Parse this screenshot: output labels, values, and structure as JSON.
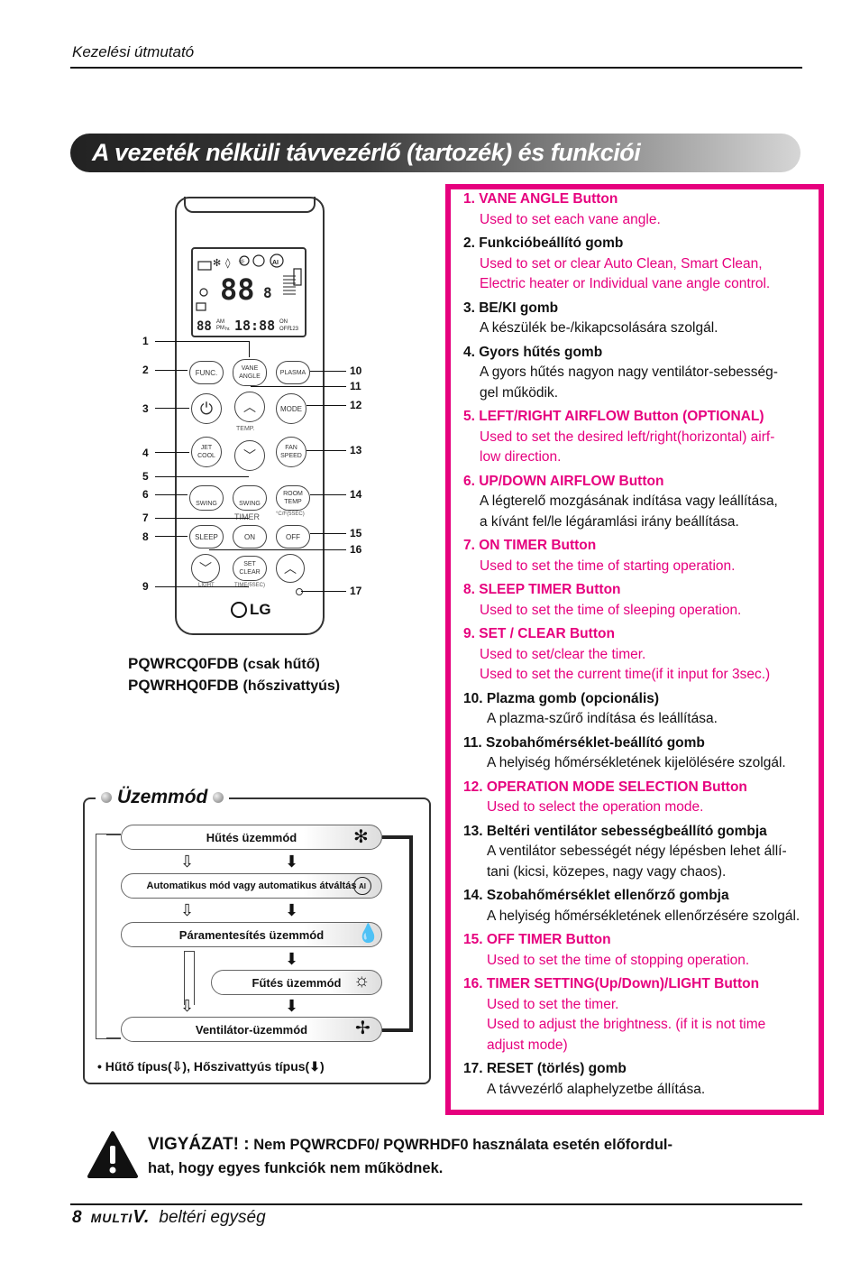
{
  "header": {
    "text": "Kezelési útmutató"
  },
  "title": "A vezeték nélküli távvezérlő (tartozék) és funkciói",
  "remote": {
    "buttons": {
      "func": "FUNC.",
      "vane_angle": "VANE ANGLE",
      "plasma": "PLASMA",
      "mode": "MODE",
      "temp": "TEMP.",
      "jet_cool": "JET COOL",
      "fan_speed": "FAN SPEED",
      "swing_lr": "SWING",
      "swing_ud": "SWING",
      "room_temp": "ROOM TEMP",
      "unit_label": "°C/F(5SEC)",
      "timer": "TIMER",
      "sleep": "SLEEP",
      "on": "ON",
      "off": "OFF",
      "set_clear": "SET CLEAR",
      "light": "LIGHT",
      "time_sec": "TIME(5SEC)"
    },
    "lcd": {
      "digits_big": "88",
      "digits_small": "8",
      "digits_timer": "18:88",
      "am": "AM",
      "pm": "PM",
      "hr": "hr.",
      "on": "ON",
      "off": "OFF",
      "nums": "123",
      "ai": "AI"
    },
    "logo": "LG",
    "callouts": [
      "1",
      "2",
      "3",
      "4",
      "5",
      "6",
      "7",
      "8",
      "9",
      "10",
      "11",
      "12",
      "13",
      "14",
      "15",
      "16",
      "17"
    ]
  },
  "models": [
    {
      "code": "PQWRCQ0FDB",
      "note": "(csak hűtő)"
    },
    {
      "code": "PQWRHQ0FDB",
      "note": "(hőszivattyús)"
    }
  ],
  "mode_section": {
    "title": "Üzemmód",
    "modes": [
      "Hűtés üzemmód",
      "Automatikus mód vagy automatikus átváltás",
      "Páramentesítés üzemmód",
      "Fűtés üzemmód",
      "Ventilátor-üzemmód"
    ],
    "icons": [
      "snowflake-icon",
      "ai-icon",
      "droplet-icon",
      "sun-icon",
      "fan-icon"
    ],
    "note_prefix": "• Hűtő típus(",
    "note_mid": "), Hőszivattyús típus(",
    "note_suffix": ")"
  },
  "functions": [
    {
      "title": "1. VANE ANGLE Button",
      "desc": [
        "Used to set each vane angle."
      ],
      "pink_title": true,
      "pink_desc": true
    },
    {
      "title": "2. Funkcióbeállító gomb",
      "desc": [
        "Used to set or clear Auto Clean, Smart Clean,",
        "Electric heater or Individual vane angle control."
      ],
      "pink_title": false,
      "pink_desc": true
    },
    {
      "title": "3.  BE/KI gomb",
      "desc": [
        "A készülék be-/kikapcsolására szolgál."
      ],
      "pink_title": false,
      "pink_desc": false
    },
    {
      "title": "4. Gyors hűtés gomb",
      "desc": [
        "A gyors hűtés nagyon nagy ventilátor-sebesség-",
        "gel működik."
      ],
      "pink_title": false,
      "pink_desc": false
    },
    {
      "title": "5. LEFT/RIGHT AIRFLOW Button (OPTIONAL)",
      "desc": [
        "Used to set the desired left/right(horizontal) airf-",
        "low direction."
      ],
      "pink_title": true,
      "pink_desc": true
    },
    {
      "title": "6. UP/DOWN AIRFLOW Button",
      "desc": [
        "A légterelő mozgásának indítása vagy leállítása,",
        "a kívánt fel/le légáramlási irány beállítása."
      ],
      "pink_title": true,
      "pink_desc": false
    },
    {
      "title": "7. ON TIMER Button",
      "desc": [
        "Used to set the time of starting operation."
      ],
      "pink_title": true,
      "pink_desc": true
    },
    {
      "title": "8. SLEEP TIMER Button",
      "desc": [
        "Used to set the time of sleeping operation."
      ],
      "pink_title": true,
      "pink_desc": true
    },
    {
      "title": "9. SET / CLEAR Button",
      "desc": [
        "Used to set/clear the timer.",
        "Used to set the current time(if it input for 3sec.)"
      ],
      "pink_title": true,
      "pink_desc": true
    },
    {
      "title": "10. Plazma gomb (opcionális)",
      "desc": [
        "A plazma-szűrő indítása és leállítása."
      ],
      "pink_title": false,
      "pink_desc": false
    },
    {
      "title": "11. Szobahőmérséklet-beállító gomb",
      "desc": [
        "A helyiség hőmérsékletének kijelölésére szolgál."
      ],
      "pink_title": false,
      "pink_desc": false
    },
    {
      "title": "12. OPERATION MODE SELECTION Button",
      "desc": [
        "Used to select the operation mode."
      ],
      "pink_title": true,
      "pink_desc": true
    },
    {
      "title": "13. Beltéri ventilátor sebességbeállító gombja",
      "desc": [
        "A ventilátor sebességét négy lépésben lehet állí-",
        "tani (kicsi, közepes, nagy vagy chaos)."
      ],
      "pink_title": false,
      "pink_desc": false
    },
    {
      "title": "14. Szobahőmérséklet ellenőrző gombja",
      "desc": [
        "A helyiség hőmérsékletének ellenőrzésére szolgál."
      ],
      "pink_title": false,
      "pink_desc": false
    },
    {
      "title": "15. OFF TIMER Button",
      "desc": [
        "Used to set the time of stopping operation."
      ],
      "pink_title": true,
      "pink_desc": true
    },
    {
      "title": "16. TIMER SETTING(Up/Down)/LIGHT Button",
      "desc": [
        "Used to set the timer.",
        "Used to adjust the brightness. (if it is not time",
        "adjust mode)"
      ],
      "pink_title": true,
      "pink_desc": true
    },
    {
      "title": "17. RESET (törlés) gomb",
      "desc": [
        "A távvezérlő alaphelyzetbe állítása."
      ],
      "pink_title": false,
      "pink_desc": false
    }
  ],
  "warning": {
    "label": "VIGYÁZAT! :",
    "text_line1": "Nem PQWRCDF0/ PQWRHDF0 használata esetén előfordul-",
    "text_line2": "hat, hogy egyes funkciók nem működnek."
  },
  "footer": {
    "page": "8",
    "brand_a": "MULTI",
    "brand_b": "V.",
    "text": "beltéri egység"
  },
  "colors": {
    "accent": "#e6007e",
    "text": "#111111"
  }
}
